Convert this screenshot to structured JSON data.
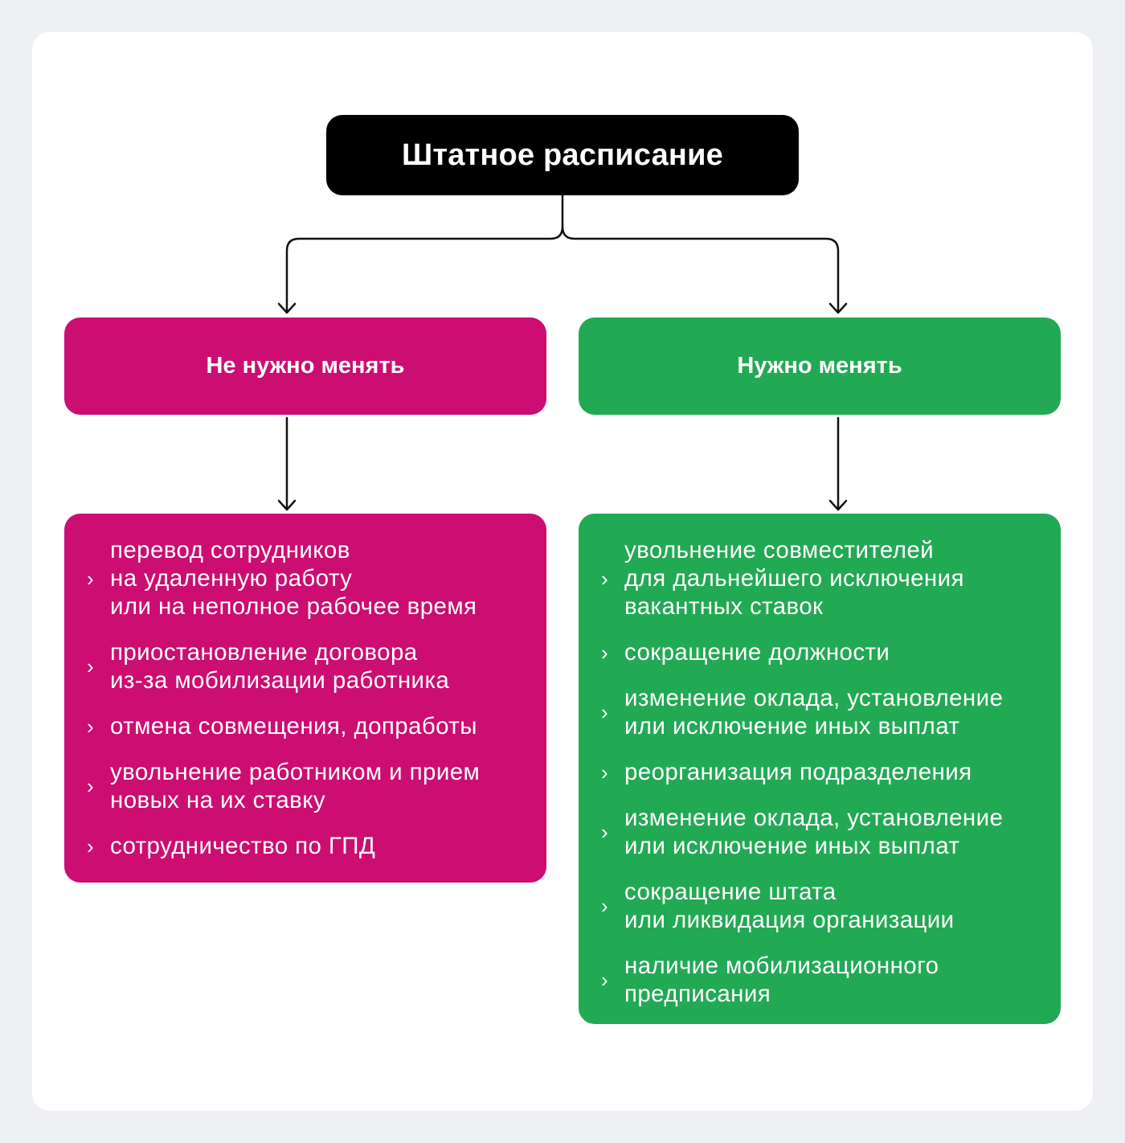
{
  "colors": {
    "page_bg": "#eef0f4",
    "card_bg": "#ffffff",
    "root_bg": "#000000",
    "left_accent": "#cc0d72",
    "right_accent": "#22a954",
    "line": "#111111"
  },
  "root": {
    "title": "Штатное расписание"
  },
  "left": {
    "title": "Не нужно менять",
    "items": [
      "перевод сотрудников\nна удаленную работу\nили на неполное рабочее время",
      "приостановление договора\nиз-за мобилизации работника",
      "отмена совмещения, допработы",
      "увольнение работником и прием\nновых на их ставку",
      "сотрудничество по ГПД"
    ]
  },
  "right": {
    "title": "Нужно менять",
    "items": [
      "увольнение совместителей\nдля дальнейшего исключения\nвакантных ставок",
      "сокращение должности",
      "изменение оклада, установление\nили исключение иных выплат",
      "реорганизация подразделения",
      "изменение оклада, установление\nили исключение иных выплат",
      "сокращение штата\nили ликвидация организации",
      "наличие мобилизационного\nпредписания"
    ]
  },
  "icons": {
    "bullet": "chevron-right-icon",
    "arrow": "arrow-down-icon"
  }
}
